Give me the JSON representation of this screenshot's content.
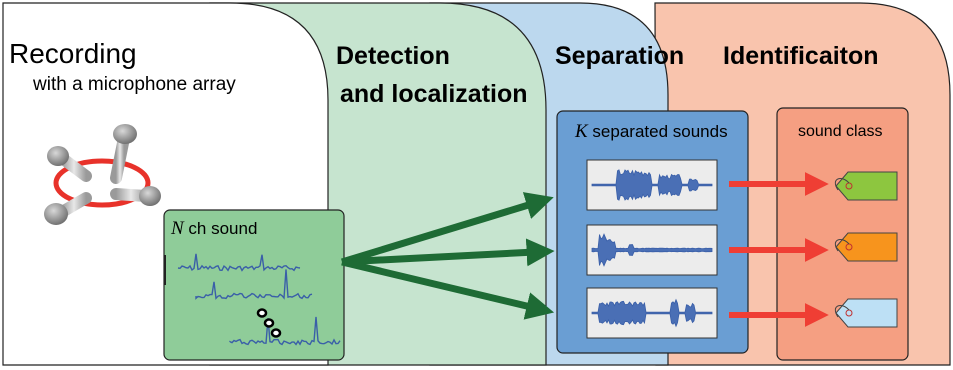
{
  "stages": {
    "recording": {
      "title": "Recording",
      "subtitle": "with a microphone array"
    },
    "detection": {
      "title_line1": "Detection",
      "title_line2": "and localization"
    },
    "separation": {
      "title": "Separation"
    },
    "identification": {
      "title": "Identificaiton"
    }
  },
  "input_box": {
    "var": "N",
    "label": "ch sound"
  },
  "separated_box": {
    "var": "K",
    "label": "separated sounds"
  },
  "class_box": {
    "label": "sound class"
  },
  "tag_colors": [
    "#8dc63f",
    "#f7941d",
    "#bde0f5"
  ],
  "colors": {
    "recording_panel": "#ffffff",
    "detection_panel": "#c6e4cf",
    "separation_panel": "#bcd8ee",
    "identification_panel": "#f9c4ad",
    "input_box": "#8fcc99",
    "separated_box": "#6a9ed3",
    "class_box": "#f59f82",
    "arrow_green": "#1e6b35",
    "arrow_red": "#ef3e34",
    "waveform": "#3a5fa8"
  }
}
